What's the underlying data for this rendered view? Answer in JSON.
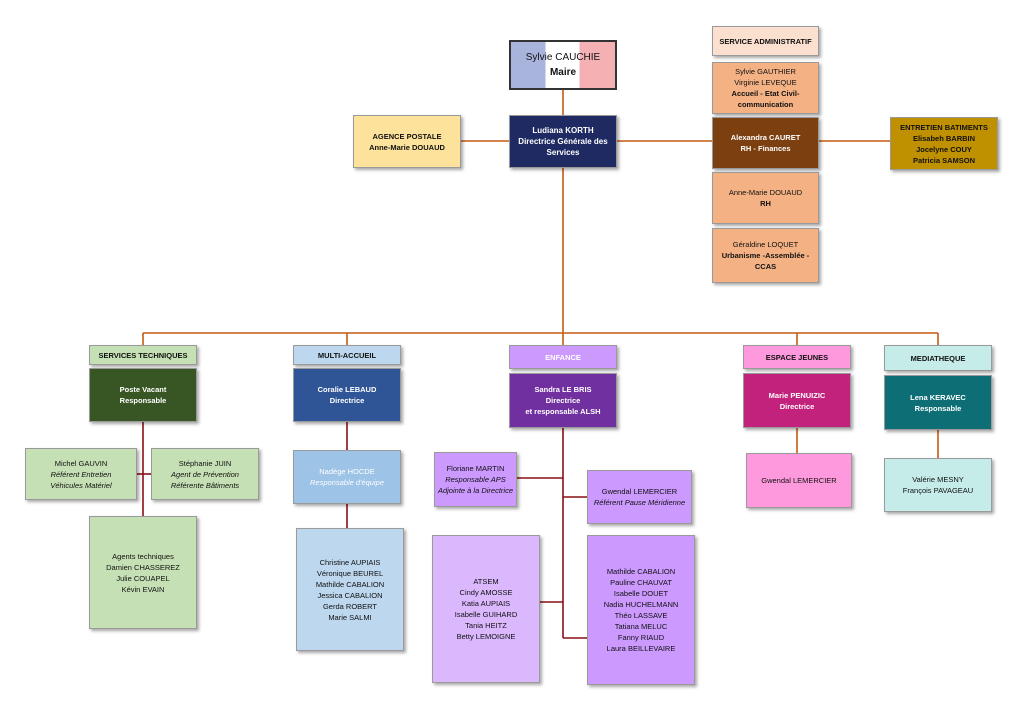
{
  "mayor": {
    "name": "Sylvie CAUCHIE",
    "title": "Maire"
  },
  "dgs": {
    "name": "Ludiana KORTH",
    "title": "Directrice Générale des Services"
  },
  "agence_postale": {
    "header": "AGENCE POSTALE",
    "person": "Anne-Marie DOUAUD"
  },
  "service_administratif": {
    "header": "SERVICE ADMINISTRATIF",
    "accueil": {
      "line1": "Sylvie GAUTHIER",
      "line2": "Virginie LEVEQUE",
      "line3": "Accueil - Etat Civil-",
      "line4": "communication"
    },
    "rh_finances": {
      "line1": "Alexandra CAURET",
      "line2": "RH - Finances"
    },
    "rh": {
      "line1": "Anne-Marie DOUAUD",
      "line2": "RH"
    },
    "urbanisme": {
      "line1": "Géraldine LOQUET",
      "line2": "Urbanisme -Assemblée -",
      "line3": "CCAS"
    }
  },
  "entretien_batiments": {
    "header": "ENTRETIEN BATIMENTS",
    "line1": "Elisabeh BARBIN",
    "line2": "Jocelyne COUY",
    "line3": "Patricia SAMSON"
  },
  "services_techniques": {
    "header": "SERVICES TECHNIQUES",
    "lead": {
      "line1": "Poste Vacant",
      "line2": "Responsable"
    },
    "gauvin": {
      "line1": "Michel GAUVIN",
      "line2": "Référent Entretien",
      "line3": "Véhicules Matériel"
    },
    "juin": {
      "line1": "Stéphanie JUIN",
      "line2": "Agent de Prévention",
      "line3": "Référente Bâtiments"
    },
    "agents": {
      "line1": "Agents techniques",
      "line2": "Damien CHASSEREZ",
      "line3": "Julie COUAPEL",
      "line4": "Kévin EVAIN"
    }
  },
  "multi_accueil": {
    "header": "MULTI-ACCUEIL",
    "lead": {
      "line1": "Coralie LEBAUD",
      "line2": "Directrice"
    },
    "hocde": {
      "line1": "Nadège HOCDE",
      "line2": "Responsable d'équipe"
    },
    "team": {
      "line1": "Christine AUPIAIS",
      "line2": "Véronique BEUREL",
      "line3": "Mathilde CABALION",
      "line4": "Jessica CABALION",
      "line5": "Gerda ROBERT",
      "line6": "Marie SALMI"
    }
  },
  "enfance": {
    "header": "ENFANCE",
    "lead": {
      "line1": "Sandra LE BRIS",
      "line2": "Directrice",
      "line3": "et responsable ALSH"
    },
    "martin": {
      "line1": "Floriane MARTIN",
      "line2": "Responsable APS",
      "line3": "Adjointe à la Directrice"
    },
    "lemercier": {
      "line1": "Gwendal LEMERCIER",
      "line2": "Référent Pause Méridienne"
    },
    "atsem": {
      "line1": "ATSEM",
      "line2": "Cindy AMOSSE",
      "line3": "Katia AUPIAIS",
      "line4": "Isabelle GUIHARD",
      "line5": "Tania HEITZ",
      "line6": "Betty LEMOIGNE"
    },
    "team": {
      "line1": "Mathilde CABALION",
      "line2": "Pauline CHAUVAT",
      "line3": "Isabelle DOUET",
      "line4": "Nadia HUCHELMANN",
      "line5": "Théo LASSAVE",
      "line6": "Tatiana MELUC",
      "line7": "Fanny RIAUD",
      "line8": "Laura BEILLEVAIRE"
    }
  },
  "espace_jeunes": {
    "header": "ESPACE JEUNES",
    "lead": {
      "line1": "Marie PENUIZIC",
      "line2": "Directrice"
    },
    "lemercier": {
      "line1": "Gwendal LEMERCIER"
    }
  },
  "mediatheque": {
    "header": "MEDIATHEQUE",
    "lead": {
      "line1": "Lena KERAVEC",
      "line2": "Responsable"
    },
    "team": {
      "line1": "Valérie MESNY",
      "line2": "François PAVAGEAU"
    }
  },
  "colors": {
    "connector": "#c55a11",
    "dgs": "#1f2a63",
    "rh_finances": "#7b3f10",
    "admin_light": "#f4b183",
    "entretien": "#bf9000",
    "agence": "#fde29b",
    "st_header": "#c5e0b4",
    "st_lead": "#375623",
    "ma_header": "#bdd7ee",
    "ma_lead": "#2f5597",
    "enf_header": "#cc99ff",
    "enf_lead": "#7030a0",
    "ej_header": "#ff99dd",
    "ej_lead": "#c2227b",
    "med_header": "#c5ece9",
    "med_lead": "#0e6e76"
  }
}
